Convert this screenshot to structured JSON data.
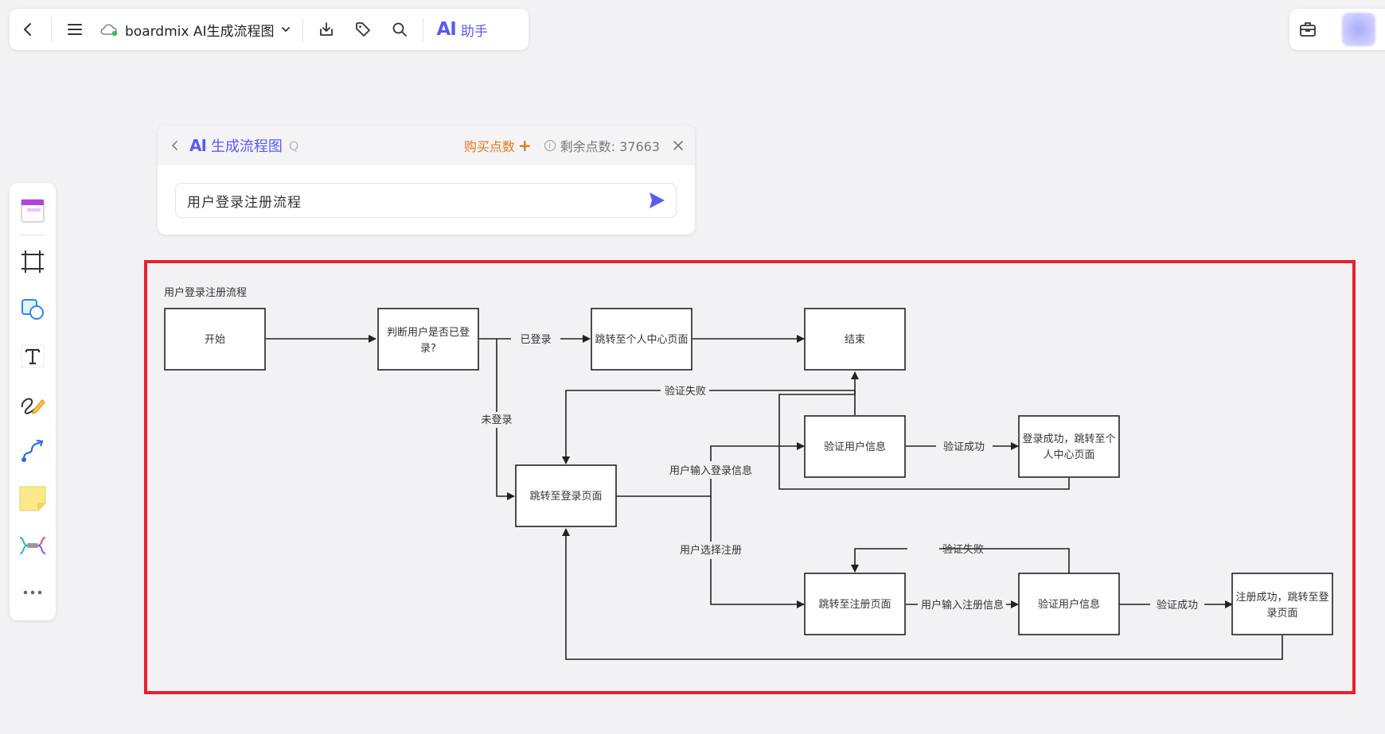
{
  "topbar": {
    "doc_title": "boardmix AI生成流程图",
    "ai_label": "助手",
    "ai_logo": "AI",
    "icons": [
      "back-icon",
      "menu-icon",
      "cloud-sync-icon",
      "chevron-down-icon",
      "download-icon",
      "tag-icon",
      "search-icon"
    ]
  },
  "topright": {
    "icons": [
      "toolbox-icon",
      "avatar"
    ]
  },
  "left_tools": [
    "template-icon",
    "frame-icon",
    "shape-icon",
    "text-icon",
    "pen-icon",
    "connector-icon",
    "sticky-note-icon",
    "mindmap-icon",
    "more-icon"
  ],
  "ai_panel": {
    "logo": "AI",
    "title": "生成流程图",
    "title_suffix": "Q",
    "buy_label": "购买点数",
    "points_label": "剩余点数: 37663",
    "input_value": "用户登录注册流程",
    "accent": "#5b5bf0",
    "buy_color": "#e07a1f"
  },
  "diagram": {
    "title": "用户登录注册流程",
    "nodes": {
      "start": "开始",
      "check": [
        "判断用户是否已登",
        "录?"
      ],
      "to_center": "跳转至个人中心页面",
      "end": "结束",
      "login_page": "跳转至登录页面",
      "verify_login": "验证用户信息",
      "login_success": [
        "登录成功，跳转至个",
        "人中心页面"
      ],
      "register_page": "跳转至注册页面",
      "verify_register": "验证用户信息",
      "register_success": [
        "注册成功，跳转至登",
        "录页面"
      ]
    },
    "edges": {
      "logged_in": "已登录",
      "not_logged_in": "未登录",
      "verify_fail_1": "验证失败",
      "input_login": "用户输入登录信息",
      "verify_success_1": "验证成功",
      "choose_register": "用户选择注册",
      "verify_fail_2": "验证失败",
      "input_register": "用户输入注册信息",
      "verify_success_2": "验证成功"
    },
    "frame_color": "#e8202a"
  }
}
